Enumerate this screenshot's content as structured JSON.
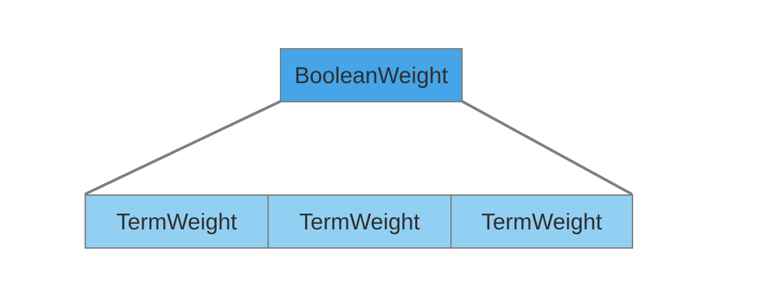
{
  "colors": {
    "parent_fill": "#45a5e8",
    "child_fill": "#92d0f3",
    "border": "#7f7f7f",
    "connector": "#7f7f7f",
    "text": "#2f2f2f"
  },
  "tree": {
    "root": {
      "label": "BooleanWeight"
    },
    "children": [
      {
        "label": "TermWeight"
      },
      {
        "label": "TermWeight"
      },
      {
        "label": "TermWeight"
      }
    ]
  }
}
